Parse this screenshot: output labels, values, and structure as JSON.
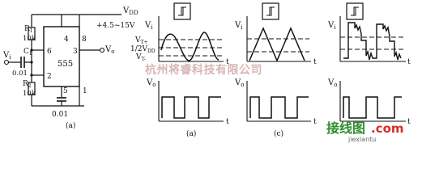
{
  "circuit": {
    "vdd_label": "V",
    "vdd_subscript": "DD",
    "supply_range": "+4.5~15V",
    "vi_label": "V",
    "vi_subscript": "i",
    "vo_label": "V",
    "vo_subscript": "o",
    "c1_label": "C",
    "c1_subscript": "1",
    "c1_value": "0.01",
    "r1_label": "R",
    "r1_subscript": "1",
    "r1_value": "10k",
    "r2_label": "R",
    "r2_subscript": "2",
    "r2_value": "10k",
    "chip_label": "555",
    "pin4": "4",
    "pin8": "8",
    "pin6": "6",
    "pin3": "3",
    "pin2": "2",
    "pin5": "5",
    "pin1": "1",
    "bottom_cap_value": "0.01",
    "caption": "(a)"
  },
  "panel_a": {
    "vi_label": "V",
    "vi_subscript": "i",
    "vtplus_label": "V",
    "vtplus_subscript": "T+",
    "vdd_half_label": "1/2V",
    "vdd_half_subscript": "DD",
    "vtminus_label": "V",
    "vtminus_subscript": "T-",
    "vo_label": "V",
    "vo_subscript": "o",
    "t_label_top": "t",
    "t_label_bottom": "t",
    "caption": "(a)"
  },
  "panel_c": {
    "vi_label": "V",
    "vi_subscript": "i",
    "vo_label": "V",
    "vo_subscript": "o",
    "t_label_top": "t",
    "t_label_bottom": "t",
    "caption": "(c)"
  },
  "panel_d": {
    "vi_label": "V",
    "vi_subscript": "i",
    "vo_label": "V",
    "vo_subscript": "o",
    "t_label_top": "t",
    "t_label_bottom": "t"
  },
  "watermark": {
    "text": "杭州将睿科技有限公司"
  },
  "logo": {
    "green": "接线图",
    "red": ".com",
    "small": "jiexiantu"
  }
}
